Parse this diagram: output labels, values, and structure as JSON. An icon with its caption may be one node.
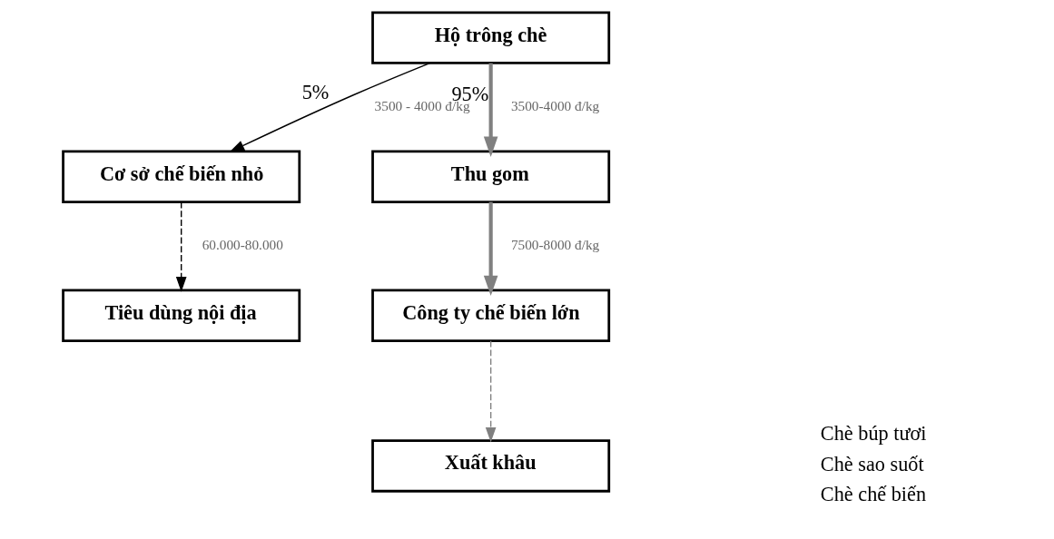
{
  "diagram": {
    "nodes": [
      {
        "text": [
          "Hộ trông chè"
        ]
      },
      {
        "text": [
          "Cơ sở chế biến nhỏ"
        ]
      },
      {
        "text": [
          "Thu gom"
        ]
      },
      {
        "text": [
          "Công ty chế biến lớn"
        ]
      },
      {
        "text": [
          "Tiêu dùng nội địa"
        ]
      },
      {
        "text": [
          "Xuất khâu"
        ]
      }
    ],
    "edges": [
      {
        "from": 0,
        "to": 1,
        "arrow": "to",
        "label": "3500 - 4000 đ/kg",
        "color": "#000000"
      },
      {
        "from": 0,
        "to": 2,
        "arrow": "to",
        "label": "3500-4000 đ/kg",
        "style": "thick",
        "color": "#808080"
      },
      {
        "from": 2,
        "to": 3,
        "arrow": "to",
        "label": "7500-8000 đ/kg",
        "style": "thick",
        "color": "#808080"
      },
      {
        "from": 1,
        "to": 4,
        "arrow": "to",
        "label": "60.000-80.000",
        "style": "dashed",
        "color": "#000000"
      },
      {
        "from": 3,
        "to": 5,
        "arrow": "to",
        "style": "dashed",
        "color": "#808080"
      }
    ],
    "labels": [
      "5%",
      "95%"
    ],
    "legend": [
      {
        "text": "Chè búp tươi"
      },
      {
        "text": "Chè sao suốt"
      },
      {
        "text": "Chè chế biến"
      }
    ]
  }
}
